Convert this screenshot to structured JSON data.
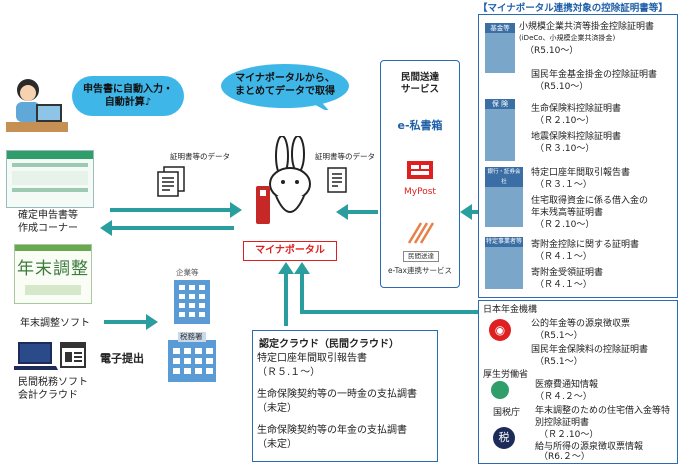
{
  "colors": {
    "accent_blue": "#2b6cb0",
    "bubble": "#3fb6e8",
    "arrow": "#2a9e9e",
    "portal_red": "#e02020",
    "navy_label": "#1c2b5a"
  },
  "header": {
    "target_docs_title": "【マイナポータル連携対象の控除証明書等】"
  },
  "left": {
    "bubble": "申告書に自動入力・\n自動計算♪",
    "kakutei_label_1": "確定申告書等",
    "kakutei_label_2": "作成コーナー",
    "nenmatsu_app_chars": "年末調整",
    "nenmatsu_label": "年末調整ソフト",
    "software_label_1": "民間税務ソフト",
    "software_label_2": "会計クラウド"
  },
  "center": {
    "bubble": "マイナポータルから、\nまとめてデータで取得",
    "doc_data_left": "証明書等のデータ",
    "doc_data_right": "証明書等のデータ",
    "portal_label": "マイナポータル",
    "denshi_teishutsu": "電子提出",
    "company_label": "企業等",
    "zeimusho_label": "税務署"
  },
  "delivery": {
    "title_1": "民間送達",
    "title_2": "サービス",
    "eshishobako": "e-私書箱",
    "mypost": "MyPost",
    "etax_small": "民間送達",
    "etax_label": "e-Tax連携サービス"
  },
  "right_groups": {
    "g1_icon": "基金等",
    "g1": [
      {
        "title": "小規模企業共済等掛金控除証明書",
        "sub": "(iDeCo、小規模企業共済掛金)",
        "date": "（R5.10～）"
      },
      {
        "title": "国民年金基金掛金の控除証明書",
        "date": "（R5.10～）"
      }
    ],
    "g2_icon": "保 険",
    "g2": [
      {
        "title": "生命保険料控除証明書",
        "date": "（Ｒ２.10～）"
      },
      {
        "title": "地震保険料控除証明書",
        "date": "（Ｒ３.10～）"
      }
    ],
    "g3_icon": "銀行・証券会社",
    "g3": [
      {
        "title": "特定口座年間取引報告書",
        "date": "（Ｒ３.１～）"
      },
      {
        "title": "住宅取得資金に係る借入金の",
        "title2": "年末残高等証明書",
        "date": "（Ｒ２.10～）"
      }
    ],
    "g4_icon": "特定事業者等",
    "g4": [
      {
        "title": "寄附金控除に関する証明書",
        "date": "（Ｒ４.１～）"
      },
      {
        "title": "寄附金受領証明書",
        "date": "（Ｒ４.１～）"
      }
    ]
  },
  "public_orgs": {
    "nenkin_header": "日本年金機構",
    "nenkin": [
      {
        "title": "公的年金等の源泉徴収票",
        "date": "（R5.1～）"
      },
      {
        "title": "国民年金保険料の控除証明書",
        "date": "（R5.1～）"
      }
    ],
    "mhlw_header": "厚生労働省",
    "mhlw": [
      {
        "title": "医療費通知情報",
        "date": "（Ｒ４.２～）"
      }
    ],
    "nta_header": "国税庁",
    "nta": [
      {
        "title": "年末調整のための住宅借入金等特",
        "title2": "別控除証明書",
        "date": "（Ｒ２.10～）"
      },
      {
        "title": "給与所得の源泉徴収票情報",
        "date": "（R6.２～）"
      }
    ]
  },
  "cloud": {
    "title": "認定クラウド（民間クラウド）",
    "items": [
      {
        "title": "特定口座年間取引報告書",
        "date": "（Ｒ５.１～）"
      },
      {
        "title": "生命保険契約等の一時金の支払調書",
        "date": "（未定）"
      },
      {
        "title": "生命保険契約等の年金の支払調書",
        "date": "（未定）"
      }
    ]
  }
}
